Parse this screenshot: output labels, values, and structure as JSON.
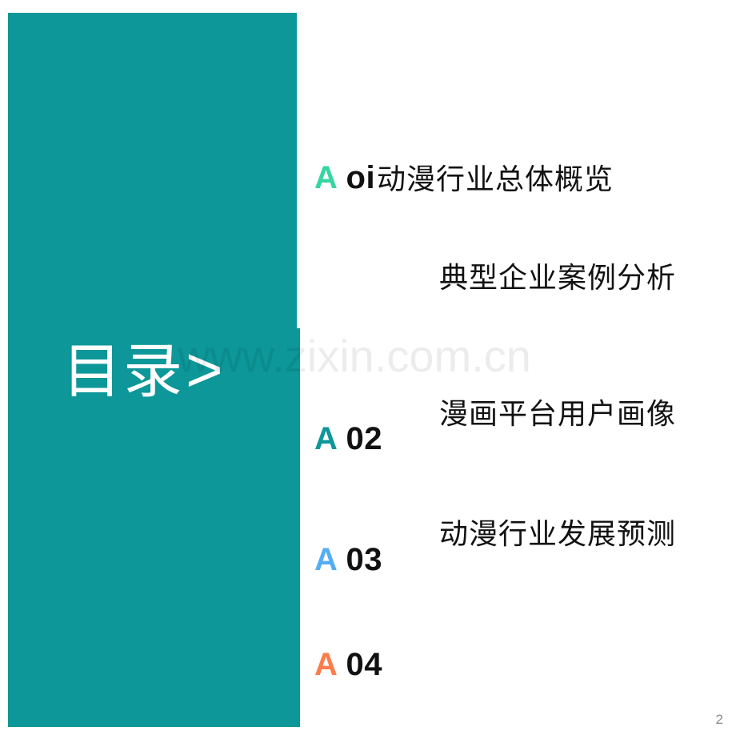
{
  "slide": {
    "title": "目录",
    "title_chevron": ">",
    "watermark": "www.zixin.com.cn",
    "page_number": "2",
    "panel_color": "#0d9799",
    "background_color": "#ffffff"
  },
  "toc": {
    "entries": [
      {
        "marker": "A",
        "number": "oi",
        "marker_color": "#36d6a0",
        "text": "动漫行业总体概览"
      },
      {
        "marker": "",
        "number": "",
        "marker_color": "",
        "text": "典型企业案例分析"
      },
      {
        "marker": "A",
        "number": "02",
        "marker_color": "#0d9799",
        "text": "漫画平台用户画像"
      },
      {
        "marker": "A",
        "number": "03",
        "marker_color": "#55aef5",
        "text": "动漫行业发展预测"
      },
      {
        "marker": "A",
        "number": "04",
        "marker_color": "#fb7d4c",
        "text": ""
      }
    ]
  }
}
